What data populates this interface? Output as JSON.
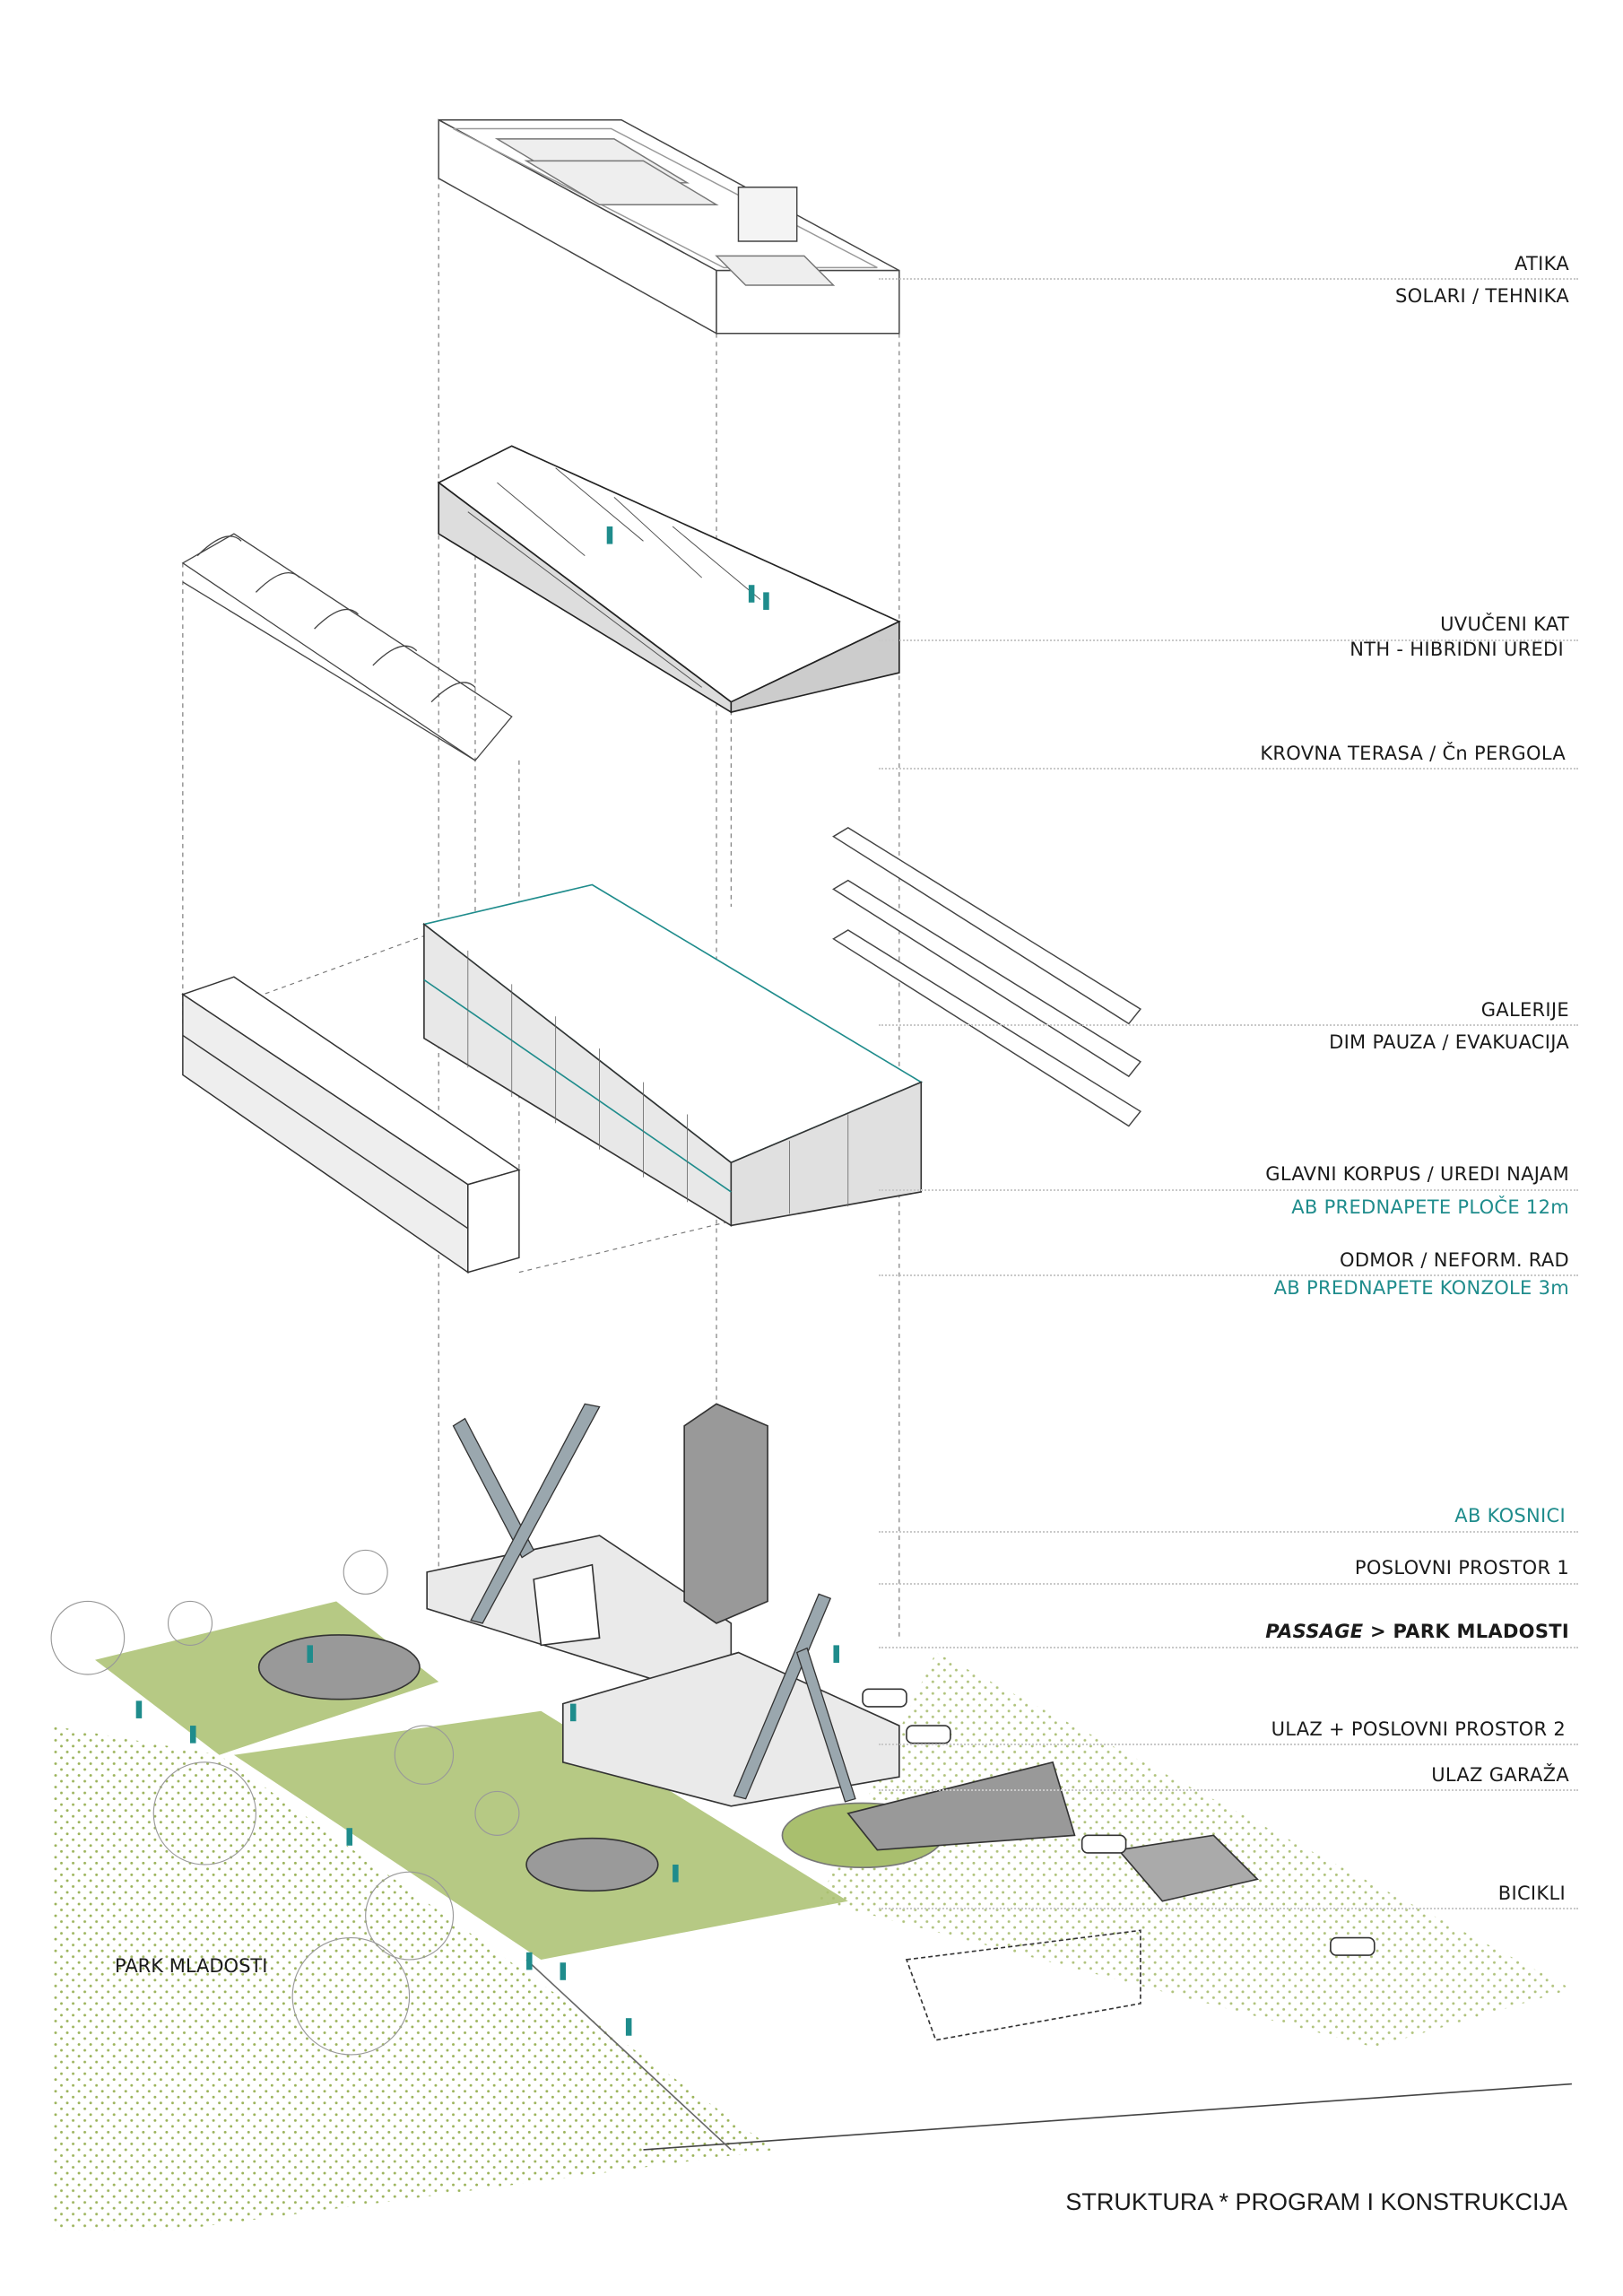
{
  "labels": {
    "atika": "ATIKA",
    "solari": "SOLARI / TEHNIKA",
    "uvuceni": "UVUČENI KAT",
    "nth": "NTH - HIBRIDNI UREDI",
    "krovna": "KROVNA TERASA / Čn PERGOLA",
    "galerije": "GALERIJE",
    "dim_pauza": "DIM PAUZA / EVAKUACIJA",
    "glavni": "GLAVNI KORPUS / UREDI NAJAM",
    "ploce": "AB PREDNAPETE PLOČE 12m",
    "odmor": "ODMOR / NEFORM. RAD",
    "konzole": "AB PREDNAPETE KONZOLE 3m",
    "kosnici": "AB KOSNICI",
    "poslovni1": "POSLOVNI PROSTOR 1",
    "passage_italic": "PASSAGE",
    "passage_rest": " > PARK MLADOSTI",
    "ulaz_poslovni2": "ULAZ + POSLOVNI PROSTOR 2",
    "ulaz_garaza": "ULAZ GARAŽA",
    "bicikli": "BICIKLI"
  },
  "park_label": "PARK MLADOSTI",
  "title": "STRUKTURA  *  PROGRAM I KONSTRUKCIJA",
  "colors": {
    "accent": "#1f8c8c",
    "grass": "#a9bf6e",
    "concrete": "#9a9a9a",
    "text": "#1a1a1a"
  }
}
